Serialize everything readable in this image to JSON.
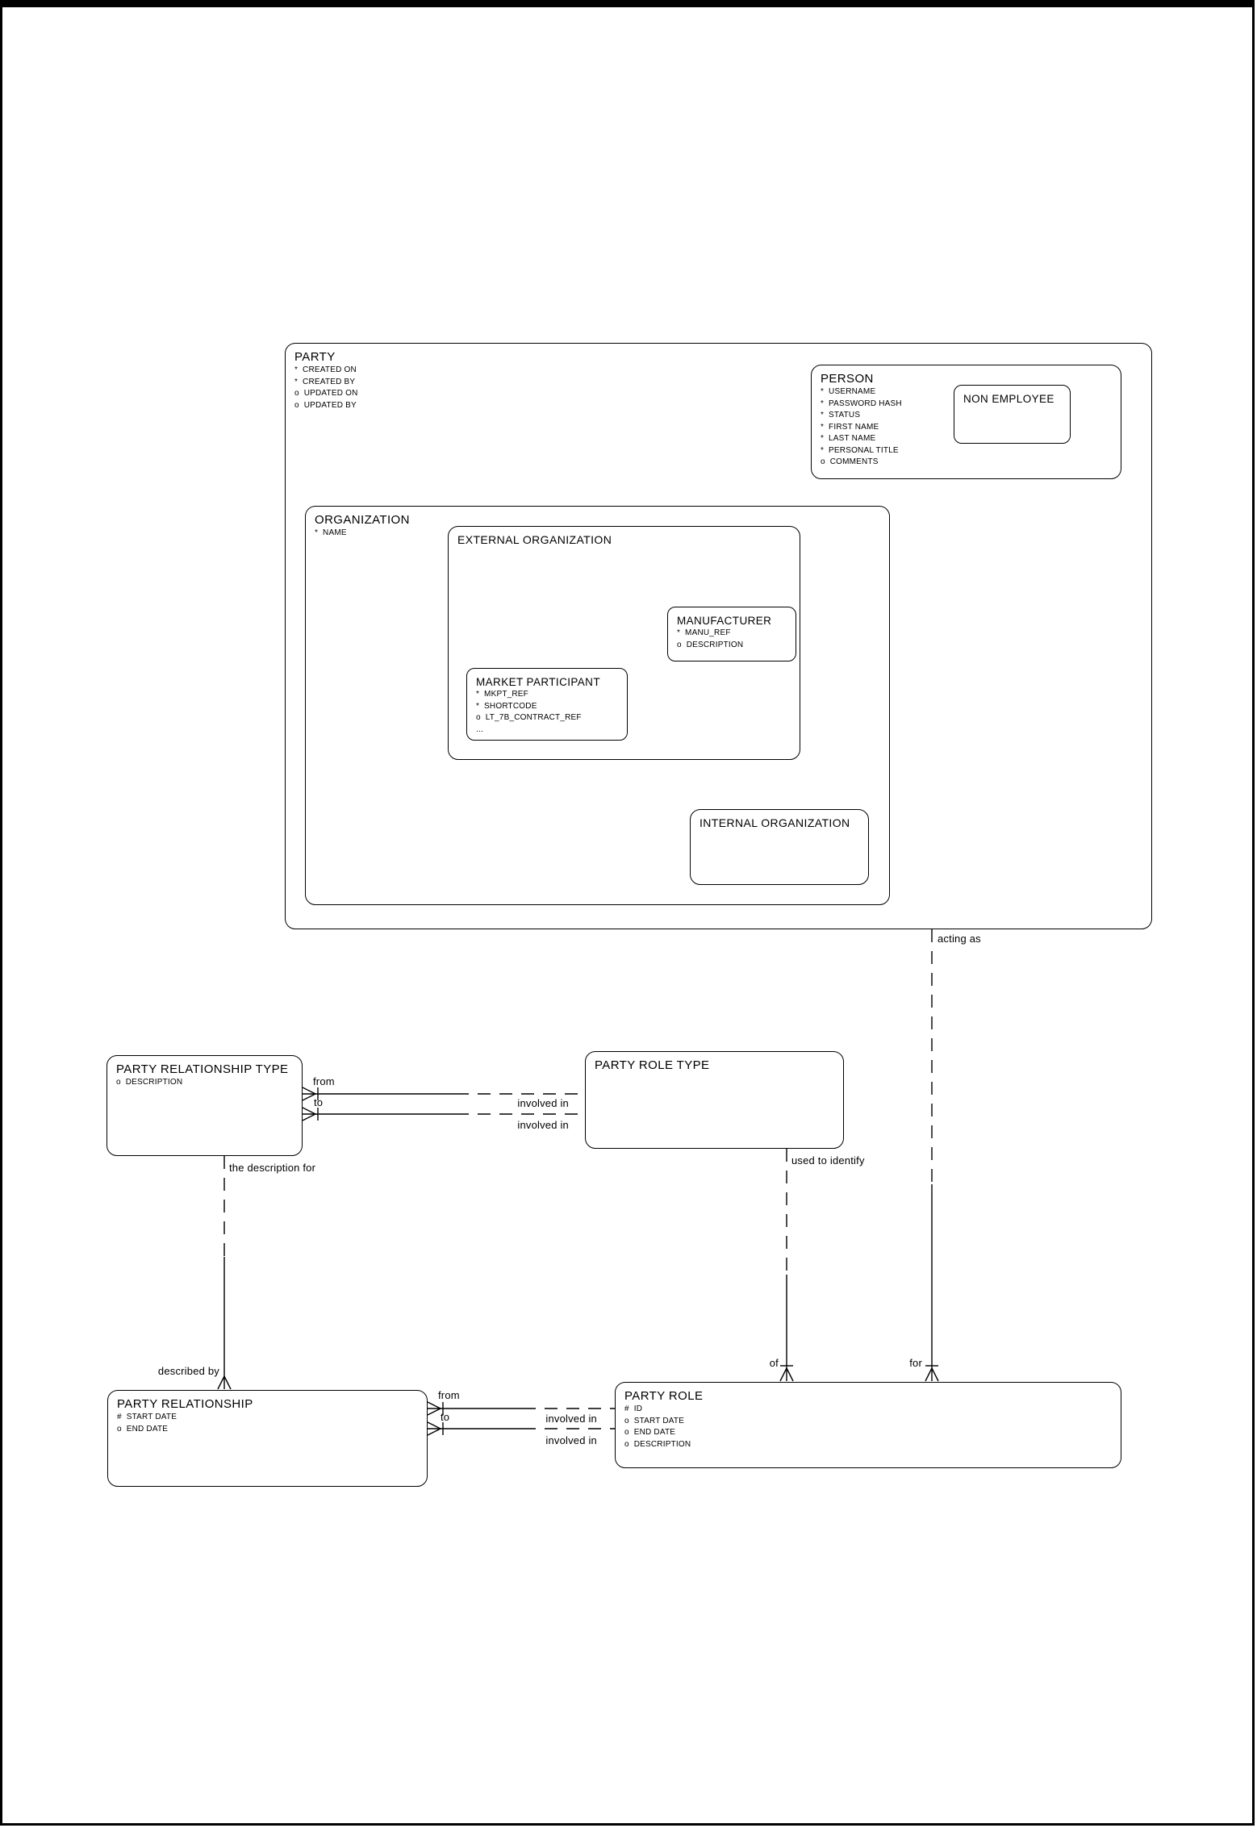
{
  "entities": {
    "party": {
      "title": "PARTY",
      "attributes": [
        "*  CREATED ON",
        "*  CREATED BY",
        "o  UPDATED ON",
        "o  UPDATED BY"
      ]
    },
    "person": {
      "title": "PERSON",
      "attributes": [
        "*  USERNAME",
        "*  PASSWORD HASH",
        "*  STATUS",
        "*  FIRST NAME",
        "*  LAST NAME",
        "*  PERSONAL TITLE",
        "o  COMMENTS"
      ]
    },
    "non_employee": {
      "title": "NON EMPLOYEE"
    },
    "organization": {
      "title": "ORGANIZATION",
      "attributes": [
        "*  NAME"
      ]
    },
    "external_organization": {
      "title": "EXTERNAL ORGANIZATION"
    },
    "manufacturer": {
      "title": "MANUFACTURER",
      "attributes": [
        "*  MANU_REF",
        "o  DESCRIPTION"
      ]
    },
    "market_participant": {
      "title": "MARKET PARTICIPANT",
      "attributes": [
        "*  MKPT_REF",
        "*  SHORTCODE",
        "o  LT_7B_CONTRACT_REF",
        "..."
      ]
    },
    "internal_organization": {
      "title": "INTERNAL ORGANIZATION"
    },
    "party_relationship_type": {
      "title": "PARTY RELATIONSHIP TYPE",
      "attributes": [
        "o  DESCRIPTION"
      ]
    },
    "party_role_type": {
      "title": "PARTY ROLE TYPE"
    },
    "party_relationship": {
      "title": "PARTY RELATIONSHIP",
      "attributes": [
        "#  START DATE",
        "o  END DATE"
      ]
    },
    "party_role": {
      "title": "PARTY ROLE",
      "attributes": [
        "#  ID",
        "o  START DATE",
        "o  END DATE",
        "o  DESCRIPTION"
      ]
    }
  },
  "connectors": {
    "acting_as": "acting as",
    "for_role": "for",
    "used_to_identify": "used to identify",
    "of_role": "of",
    "the_description_for": "the description for",
    "described_by": "described by",
    "type_from": "from",
    "type_to": "to",
    "type_involved_in_1": "involved in",
    "type_involved_in_2": "involved in",
    "rel_from": "from",
    "rel_to": "to",
    "rel_involved_in_1": "involved in",
    "rel_involved_in_2": "involved in"
  }
}
